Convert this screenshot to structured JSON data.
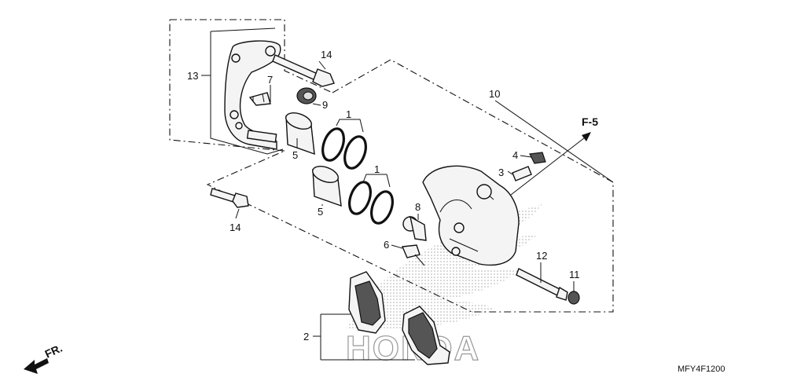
{
  "diagram": {
    "diagram_code": "MFY4F1200",
    "reference_label": "F-5",
    "direction_label": "FR.",
    "watermark_text": "HONDA",
    "callouts": [
      {
        "id": "c1a",
        "text": "1"
      },
      {
        "id": "c1b",
        "text": "1"
      },
      {
        "id": "c2",
        "text": "2"
      },
      {
        "id": "c3",
        "text": "3"
      },
      {
        "id": "c4",
        "text": "4"
      },
      {
        "id": "c5a",
        "text": "5"
      },
      {
        "id": "c5b",
        "text": "5"
      },
      {
        "id": "c6",
        "text": "6"
      },
      {
        "id": "c7",
        "text": "7"
      },
      {
        "id": "c8",
        "text": "8"
      },
      {
        "id": "c9",
        "text": "9"
      },
      {
        "id": "c10",
        "text": "10"
      },
      {
        "id": "c11",
        "text": "11"
      },
      {
        "id": "c12",
        "text": "12"
      },
      {
        "id": "c13",
        "text": "13"
      },
      {
        "id": "c14a",
        "text": "14"
      },
      {
        "id": "c14b",
        "text": "14"
      }
    ]
  }
}
